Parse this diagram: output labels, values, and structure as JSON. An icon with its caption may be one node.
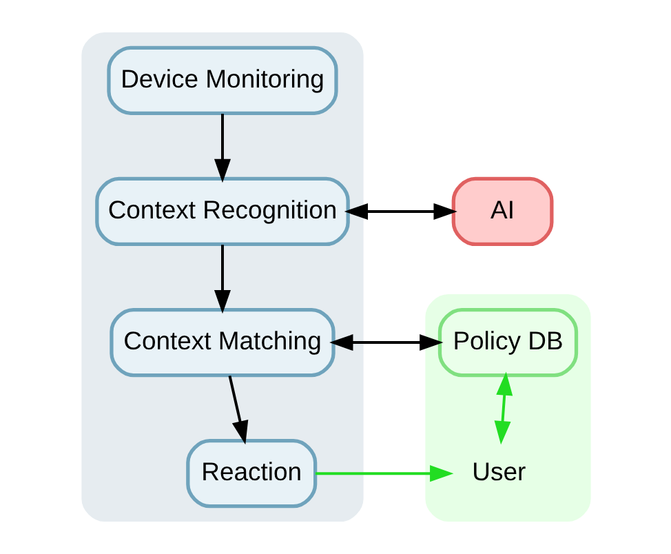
{
  "diagram": {
    "nodes": [
      {
        "text": [],
        "shape": "box"
      },
      {
        "text": [
          "Device Monitoring"
        ],
        "in": 0
      },
      {
        "text": [
          "Context Recognition"
        ],
        "in": 0
      },
      {
        "text": [
          "Context Matching"
        ],
        "in": 0
      },
      {
        "text": [
          "Reaction"
        ],
        "in": 0
      },
      {
        "text": [
          "AI"
        ]
      },
      {
        "text": [],
        "shape": "box"
      },
      {
        "text": [
          "Policy DB"
        ],
        "in": 6
      },
      {
        "text": [
          "User"
        ],
        "in": 6
      }
    ],
    "edges": [
      {
        "from": 1,
        "to": 2,
        "arrow": "to"
      },
      {
        "from": 2,
        "to": 3,
        "arrow": "to"
      },
      {
        "from": 3,
        "to": 4,
        "arrow": "to"
      },
      {
        "from": 2,
        "to": 5,
        "arrow": "both"
      },
      {
        "from": 3,
        "to": 7,
        "arrow": "both"
      },
      {
        "from": 7,
        "to": 8,
        "arrow": "both",
        "color": "#22dd22"
      },
      {
        "from": 4,
        "to": 8,
        "arrow": "to",
        "color": "#22dd22"
      }
    ]
  }
}
